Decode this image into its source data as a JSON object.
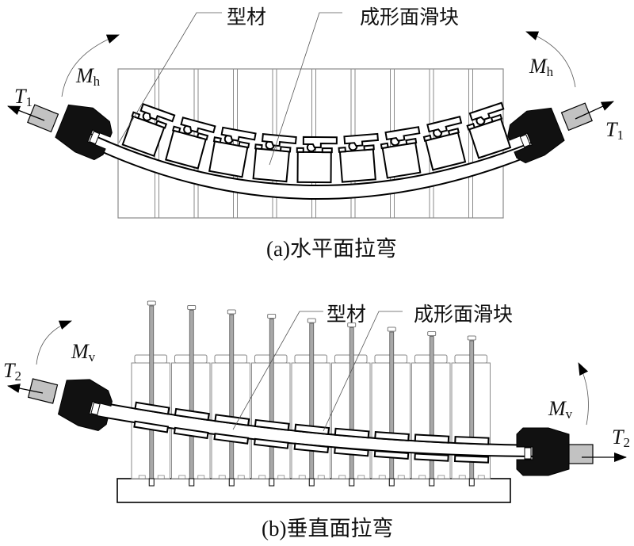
{
  "figure": {
    "panel_a": {
      "caption": "(a)水平面拉弯",
      "label_profile": "型材",
      "label_slider": "成形面滑块",
      "moment_left": {
        "symbol": "M",
        "subscript": "h"
      },
      "moment_right": {
        "symbol": "M",
        "subscript": "h"
      },
      "tension_left": {
        "symbol": "T",
        "subscript": "1"
      },
      "tension_right": {
        "symbol": "T",
        "subscript": "1"
      },
      "slider_count": 9
    },
    "panel_b": {
      "caption": "(b)垂直面拉弯",
      "label_profile": "型材",
      "label_slider": "成形面滑块",
      "moment_left": {
        "symbol": "M",
        "subscript": "v"
      },
      "moment_right": {
        "symbol": "M",
        "subscript": "v"
      },
      "tension_left": {
        "symbol": "T",
        "subscript": "2"
      },
      "tension_right": {
        "symbol": "T",
        "subscript": "2"
      },
      "slider_count": 9
    },
    "colors": {
      "ink": "#000000",
      "clamp": "#111111",
      "grip": "#c2c2c2",
      "frame": "#8a8a8a",
      "rod": "#a8a8a8"
    }
  }
}
